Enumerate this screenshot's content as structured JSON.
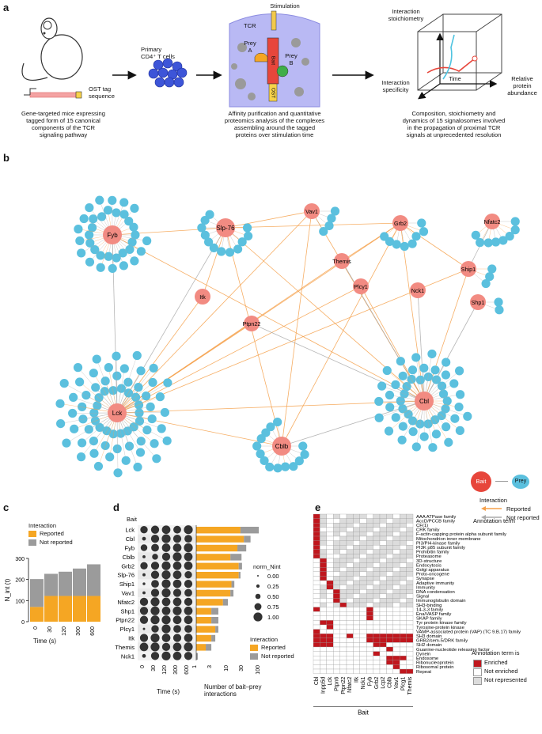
{
  "panel_a": {
    "letter": "a",
    "mouse_caption": [
      "Gene-targeted mice expressing",
      "tagged form of 15 canonical",
      "components of the TCR",
      "signaling  pathway"
    ],
    "ost_label": [
      "OST tag",
      "sequence"
    ],
    "primary_cells": [
      "Primary",
      "CD4⁺ T cells"
    ],
    "stimulation": "Stimulation",
    "tcr": "TCR",
    "prey_a": [
      "Prey",
      "A"
    ],
    "prey_b": [
      "Prey",
      "B"
    ],
    "bait_label": "Bait",
    "ost_tag": "OST",
    "affinity_caption": [
      "Affinity purification and quantitative",
      "proteomics analysis of the complexes",
      "assembling around the tagged",
      "proteins over stimulation time"
    ],
    "cube_stoich": [
      "Interaction",
      "stoichiometry"
    ],
    "cube_spec": [
      "Interaction",
      "specificity"
    ],
    "cube_abund": [
      "Relative",
      "protein",
      "abundance"
    ],
    "cube_time": "Time",
    "final_caption": [
      "Composition, stoichiometry and",
      "dynamics of 15 signalosomes involved",
      "in the propagation of proximal TCR",
      "signals at unprecedented resolution"
    ]
  },
  "panel_b": {
    "letter": "b",
    "hubs": [
      "Fyb",
      "Slp-76",
      "Vav1",
      "Grb2",
      "Nfatc2",
      "Themis",
      "Plcγ1",
      "Ship1",
      "Nck1",
      "Shp1",
      "Itk",
      "Ptpn22",
      "Lck",
      "Cblb",
      "Cbl"
    ],
    "legend": {
      "bait": "Bait",
      "prey": "Prey",
      "interaction": "Interaction",
      "reported": "Reported",
      "not_reported": "Not reported"
    },
    "colors": {
      "bait": "#f28b82",
      "prey": "#5bc0de",
      "reported": "#f5a04a",
      "not_reported": "#aaaaaa"
    }
  },
  "panel_c": {
    "letter": "c",
    "legend_title": "Interaction",
    "ylabel": "N_int (t)",
    "xlabel": "Time (s)",
    "colors": {
      "reported": "#f5a623",
      "not_reported": "#9b9b9b"
    }
  },
  "panel_d": {
    "letter": "d",
    "bait_header": "Bait",
    "baits": [
      "Lck",
      "Cbl",
      "Fyb",
      "Cblb",
      "Grb2",
      "Slp-76",
      "Ship1",
      "Vav1",
      "Nfatc2",
      "Shp1",
      "Ptpn22",
      "Plcγ1",
      "Itk",
      "Themis",
      "Nck1"
    ],
    "size_legend_title": "norm_Nint",
    "size_legend": [
      "0.00",
      "0.25",
      "0.50",
      "0.75",
      "1.00"
    ],
    "interaction_title": "Interaction",
    "xlabel_left": "Time (s)",
    "xlabel_right": [
      "Number of bait–prey",
      "interactions"
    ]
  },
  "panel_e": {
    "letter": "e",
    "annotation_header": "Annotation term",
    "terms": [
      "AAA ATPase family",
      "AccD/PCCB family",
      "CF(1)",
      "CRK family",
      "F-actin-capping protein alpha subunit family",
      "Mitochondrion inner membrane",
      "PI3/PI4-kinase family",
      "PI3K p85 subunit family",
      "Prohibitin family",
      "Proteasome",
      "3D-structure",
      "Endocytosis",
      "Golgi apparatus",
      "Proto-oncogene",
      "Synapse",
      "Adaptive immunity",
      "Immunity",
      "DNA condensation",
      "Signal",
      "Immunoglobulin domain",
      "SH3-binding",
      "14-3-3 family",
      "Ena/VASP family",
      "SKAP family",
      "Tyr protein kinase family",
      "Tyrosine-protein kinase",
      "VAMP-associated protein (VAP) (TC 9.B.17) family",
      "SH3 domain",
      "GRB2/sem-5/DRK family",
      "SH2 domain",
      "Guanine-nucleotide releasing factor",
      "Dynein",
      "Endosome",
      "Ribonucleoprotein",
      "Ribosomal protein",
      "Repeat"
    ],
    "baits": [
      "Cbl",
      "Inpp5d",
      "Lck",
      "Ptpn6",
      "Ptpn22",
      "Nfatc2",
      "Itk",
      "Nck1",
      "Fyb",
      "Grb2",
      "Lcp2",
      "Cblb",
      "Vav1",
      "Plcg1",
      "Themis"
    ],
    "xlabel": "Bait",
    "legend_title": "Annotation term is",
    "legend": [
      "Enriched",
      "Not enriched",
      "Not represented"
    ],
    "colors": {
      "enriched": "#c0161d",
      "not_enriched": "#ffffff",
      "not_represented": "#dcdcdc"
    }
  },
  "chart_data": [
    {
      "panel": "c",
      "type": "bar",
      "stacked": true,
      "categories": [
        "0",
        "30",
        "120",
        "300",
        "600"
      ],
      "series": [
        {
          "name": "Reported",
          "values": [
            70,
            122,
            122,
            122,
            122
          ]
        },
        {
          "name": "Not reported",
          "values": [
            132,
            105,
            115,
            130,
            150
          ]
        }
      ],
      "xlabel": "Time (s)",
      "ylabel": "N_int (t)",
      "ylim": [
        0,
        300
      ],
      "yticks": [
        "0",
        "100",
        "200",
        "300"
      ]
    },
    {
      "panel": "d-left",
      "type": "scatter",
      "x_categories": [
        "0",
        "30",
        "120",
        "300",
        "600"
      ],
      "y_categories": [
        "Lck",
        "Cbl",
        "Fyb",
        "Cblb",
        "Grb2",
        "Slp-76",
        "Ship1",
        "Vav1",
        "Nfatc2",
        "Shp1",
        "Ptpn22",
        "Plcγ1",
        "Itk",
        "Themis",
        "Nck1"
      ],
      "size_values": [
        [
          0.8,
          0.9,
          0.95,
          0.85,
          1.0
        ],
        [
          0.3,
          0.9,
          1.0,
          0.9,
          0.85
        ],
        [
          0.7,
          0.85,
          0.95,
          0.95,
          1.0
        ],
        [
          0.2,
          0.6,
          0.9,
          1.0,
          0.95
        ],
        [
          0.8,
          0.9,
          1.0,
          0.95,
          0.95
        ],
        [
          0.2,
          0.9,
          1.0,
          0.95,
          0.8
        ],
        [
          0.15,
          0.85,
          1.0,
          0.95,
          0.9
        ],
        [
          0.2,
          0.9,
          1.0,
          0.9,
          0.85
        ],
        [
          0.9,
          1.0,
          0.95,
          0.95,
          0.9
        ],
        [
          0.9,
          1.0,
          0.95,
          1.0,
          0.95
        ],
        [
          0.9,
          1.0,
          1.0,
          0.95,
          0.95
        ],
        [
          0.1,
          0.8,
          1.0,
          0.85,
          0.85
        ],
        [
          0.9,
          1.0,
          0.95,
          0.9,
          0.95
        ],
        [
          0.95,
          1.0,
          0.9,
          0.95,
          1.0
        ],
        [
          0.3,
          0.9,
          1.0,
          0.95,
          0.9
        ]
      ],
      "xlabel": "Time (s)"
    },
    {
      "panel": "d-right",
      "type": "bar",
      "orientation": "horizontal",
      "log_x": true,
      "categories": [
        "Lck",
        "Cbl",
        "Fyb",
        "Cblb",
        "Grb2",
        "Slp-76",
        "Ship1",
        "Vav1",
        "Nfatc2",
        "Shp1",
        "Ptpn22",
        "Plcγ1",
        "Itk",
        "Themis",
        "Nck1"
      ],
      "series": [
        {
          "name": "Reported",
          "values": [
            25,
            32,
            20,
            12,
            22,
            22,
            13,
            12,
            7,
            3,
            3,
            4,
            3,
            2,
            0
          ]
        },
        {
          "name": "Not reported",
          "values": [
            70,
            20,
            18,
            15,
            6,
            3,
            3,
            3,
            3,
            2,
            2,
            1,
            1,
            1,
            1
          ]
        }
      ],
      "xticks": [
        "1",
        "3",
        "10",
        "30",
        "100"
      ],
      "xlabel": "Number of bait–prey interactions"
    },
    {
      "panel": "e",
      "type": "heatmap",
      "enriched_rows_by_term_index": {
        "0": [
          0
        ],
        "1": [
          0
        ],
        "2": [
          0
        ],
        "3": [
          0
        ],
        "4": [
          0
        ],
        "5": [
          0
        ],
        "6": [
          0
        ],
        "7": [
          0
        ],
        "8": [
          0
        ],
        "9": [
          0
        ],
        "10": [
          1
        ],
        "11": [
          1
        ],
        "12": [
          1
        ],
        "13": [
          1
        ],
        "14": [
          1
        ],
        "15": [
          2
        ],
        "16": [
          2
        ],
        "17": [
          3
        ],
        "18": [
          3
        ],
        "19": [
          3
        ],
        "20": [
          4
        ],
        "21": [
          0,
          8
        ],
        "22": [
          8
        ],
        "23": [
          8
        ],
        "24": [
          1,
          2
        ],
        "25": [
          2
        ],
        "26": [
          0
        ],
        "27": [
          0,
          1,
          2,
          5,
          8,
          9,
          10,
          11,
          12,
          13,
          14
        ],
        "28": [
          0,
          1,
          2,
          8,
          9,
          10,
          11,
          12,
          13,
          14
        ],
        "29": [
          0,
          1,
          2,
          9,
          10
        ],
        "30": [
          11
        ],
        "31": [
          9
        ],
        "32": [
          11,
          12,
          13
        ],
        "33": [
          11,
          12
        ],
        "34": [
          12
        ],
        "35": [
          13,
          14
        ]
      }
    }
  ]
}
